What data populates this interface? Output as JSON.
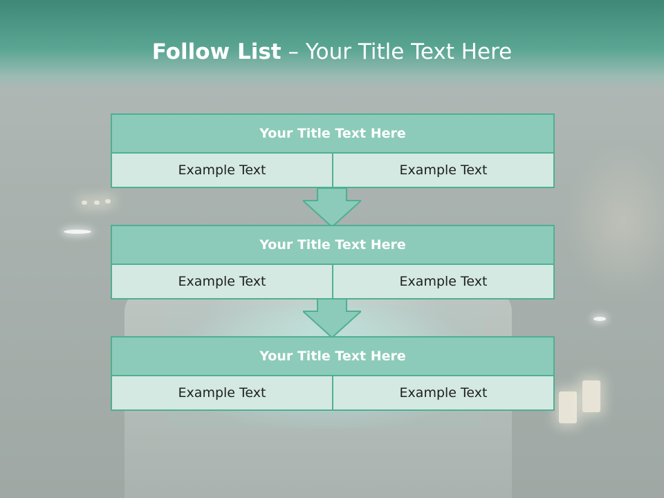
{
  "slide": {
    "title_bold": "Follow List",
    "title_rest": " – Your Title Text Here"
  },
  "blocks": [
    {
      "title": "Your Title Text Here",
      "left": "Example Text",
      "right": "Example Text"
    },
    {
      "title": "Your Title Text Here",
      "left": "Example Text",
      "right": "Example Text"
    },
    {
      "title": "Your Title Text Here",
      "left": "Example Text",
      "right": "Example Text"
    }
  ],
  "colors": {
    "header": "#3f8877",
    "block_title": "#8ccbb9",
    "block_cell": "#d3e9e1",
    "border": "#4faf92"
  }
}
